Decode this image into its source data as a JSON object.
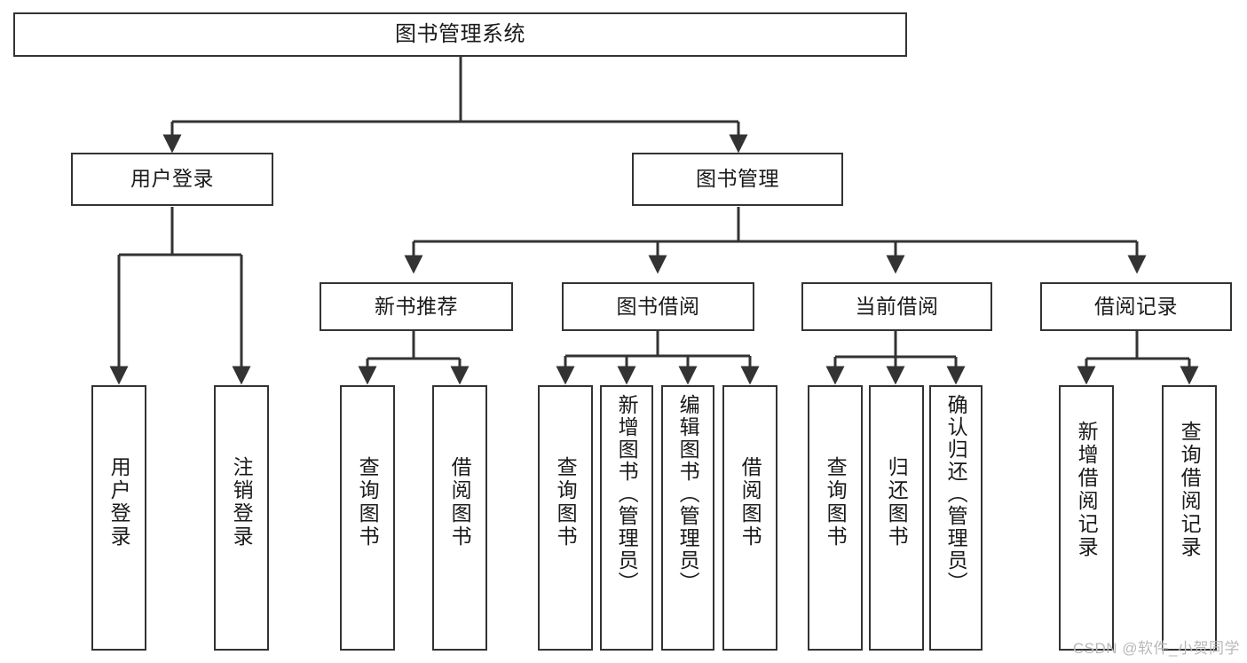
{
  "diagram": {
    "type": "tree-hierarchy-chart",
    "title": "图书管理系统",
    "watermark": "CSDN @软件_小贺同学",
    "colors": {
      "box_border": "#333333",
      "box_fill": "#ffffff",
      "connector": "#333333",
      "text": "#1a1a1a",
      "watermark": "#b8b8b8",
      "background": "#ffffff"
    },
    "levels": {
      "level0": "系统",
      "level1": "模块",
      "level2": "子模块",
      "level3": "功能"
    }
  },
  "nodes": {
    "root": {
      "label": "图书管理系统"
    },
    "level1": [
      {
        "id": "user-login",
        "label": "用户登录"
      },
      {
        "id": "book-manage",
        "label": "图书管理"
      }
    ],
    "level2": [
      {
        "id": "new-book-recommend",
        "label": "新书推荐"
      },
      {
        "id": "book-borrow",
        "label": "图书借阅"
      },
      {
        "id": "current-borrow",
        "label": "当前借阅"
      },
      {
        "id": "borrow-record",
        "label": "借阅记录"
      }
    ],
    "leaves": {
      "user_login": [
        {
          "id": "leaf-user-login",
          "label": "用户登录"
        },
        {
          "id": "leaf-logout",
          "label": "注销登录"
        }
      ],
      "new_book_recommend": [
        {
          "id": "leaf-query-book-1",
          "label": "查询图书"
        },
        {
          "id": "leaf-borrow-book-1",
          "label": "借阅图书"
        }
      ],
      "book_borrow": [
        {
          "id": "leaf-query-book-2",
          "label": "查询图书"
        },
        {
          "id": "leaf-add-book",
          "label": "新增图书（管理员）"
        },
        {
          "id": "leaf-edit-book",
          "label": "编辑图书（管理员）"
        },
        {
          "id": "leaf-borrow-book-2",
          "label": "借阅图书"
        }
      ],
      "current_borrow": [
        {
          "id": "leaf-query-book-3",
          "label": "查询图书"
        },
        {
          "id": "leaf-return-book",
          "label": "归还图书"
        },
        {
          "id": "leaf-confirm-return",
          "label": "确认归还（管理员）"
        }
      ],
      "borrow_record": [
        {
          "id": "leaf-add-record",
          "label": "新增借阅记录"
        },
        {
          "id": "leaf-query-record",
          "label": "查询借阅记录"
        }
      ]
    }
  },
  "chart_data": {
    "type": "tree",
    "title": "图书管理系统",
    "root": {
      "name": "图书管理系统",
      "children": [
        {
          "name": "用户登录",
          "children": [
            {
              "name": "用户登录"
            },
            {
              "name": "注销登录"
            }
          ]
        },
        {
          "name": "图书管理",
          "children": [
            {
              "name": "新书推荐",
              "children": [
                {
                  "name": "查询图书"
                },
                {
                  "name": "借阅图书"
                }
              ]
            },
            {
              "name": "图书借阅",
              "children": [
                {
                  "name": "查询图书"
                },
                {
                  "name": "新增图书（管理员）"
                },
                {
                  "name": "编辑图书（管理员）"
                },
                {
                  "name": "借阅图书"
                }
              ]
            },
            {
              "name": "当前借阅",
              "children": [
                {
                  "name": "查询图书"
                },
                {
                  "name": "归还图书"
                },
                {
                  "name": "确认归还（管理员）"
                }
              ]
            },
            {
              "name": "借阅记录",
              "children": [
                {
                  "name": "新增借阅记录"
                },
                {
                  "name": "查询借阅记录"
                }
              ]
            }
          ]
        }
      ]
    }
  }
}
